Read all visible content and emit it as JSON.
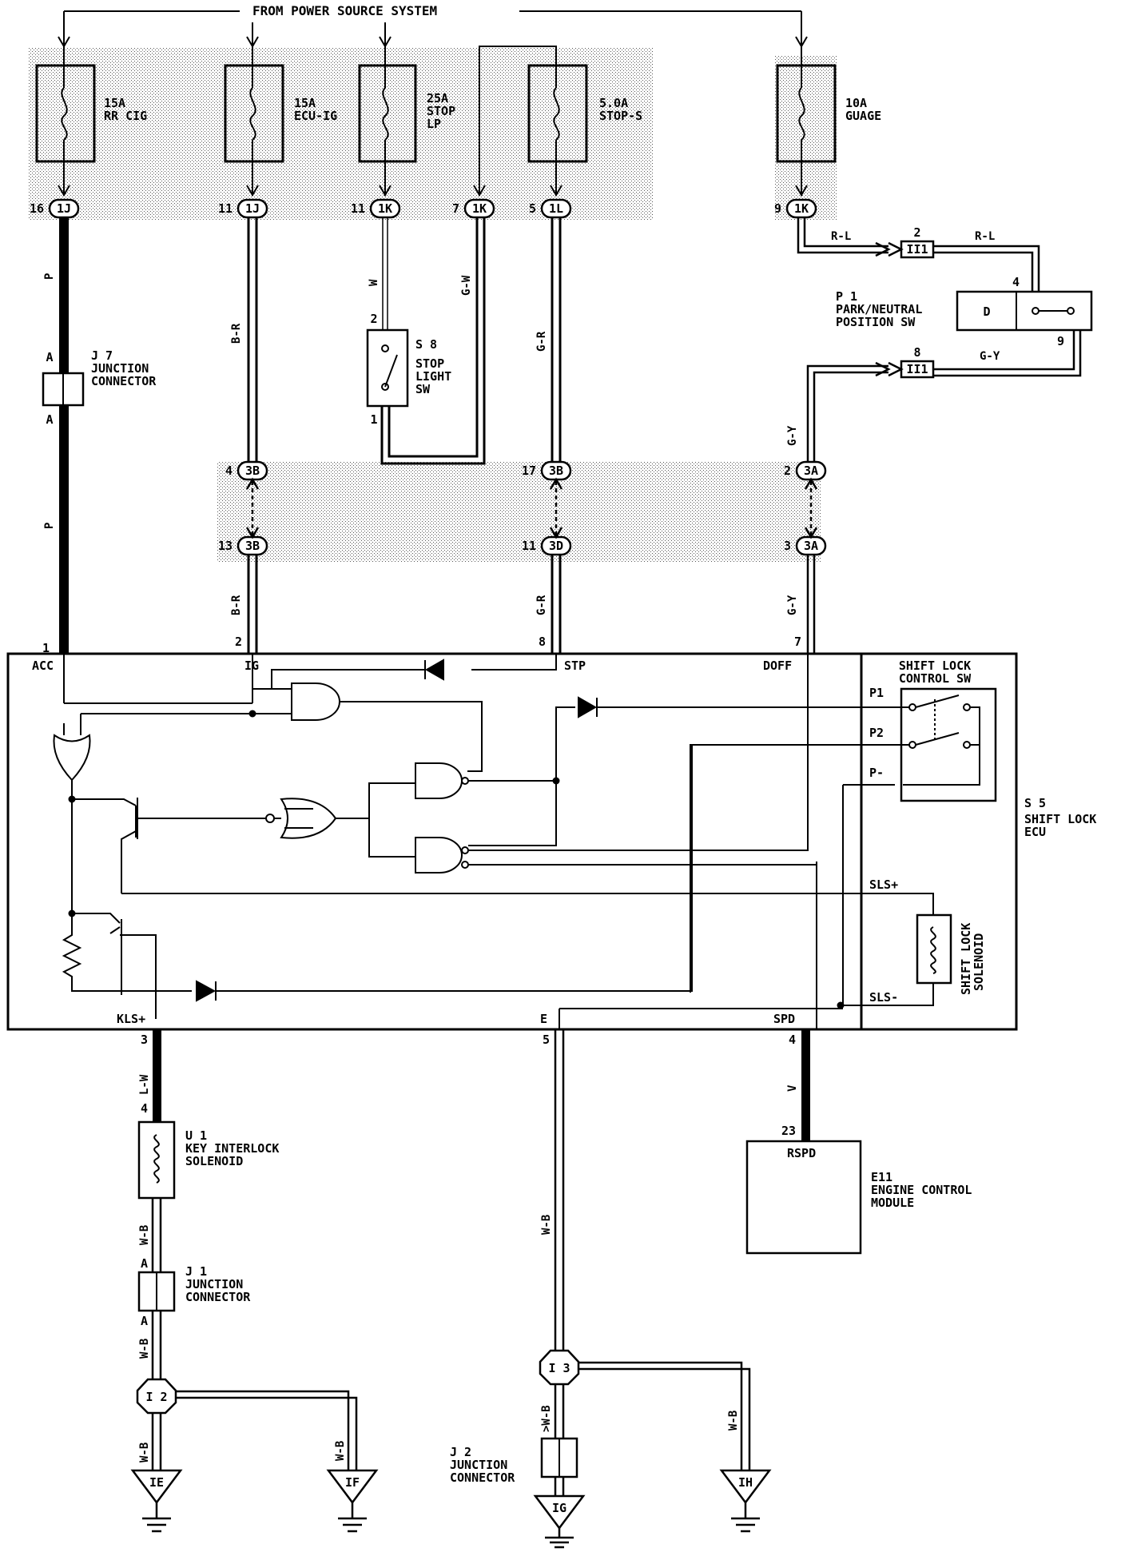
{
  "title": "FROM POWER SOURCE SYSTEM",
  "fuses": [
    {
      "amp": "15A",
      "name": "RR CIG"
    },
    {
      "amp": "15A",
      "name": "ECU-IG"
    },
    {
      "amp": "25A",
      "name1": "STOP",
      "name2": "LP"
    },
    {
      "amp": "5.0A",
      "name": "STOP-S"
    },
    {
      "amp": "10A",
      "name": "GUAGE"
    }
  ],
  "connectors": {
    "c1j_a": "1J",
    "c1j_a_pin": "16",
    "c1j_b": "1J",
    "c1j_b_pin": "11",
    "c1k_a": "1K",
    "c1k_a_pin": "11",
    "c1k_b": "1K",
    "c1k_b_pin": "7",
    "c1l": "1L",
    "c1l_pin": "5",
    "c1k_c": "1K",
    "c1k_c_pin": "9",
    "c3b_a": "3B",
    "c3b_a_pin": "4",
    "c3b_b": "3B",
    "c3b_b_pin": "13",
    "c3b_c": "3B",
    "c3b_c_pin": "17",
    "c3d": "3D",
    "c3d_pin": "11",
    "c3a_a": "3A",
    "c3a_a_pin": "2",
    "c3a_b": "3A",
    "c3a_b_pin": "3",
    "ii1_a": "II1",
    "ii1_a_pin": "2",
    "ii1_b": "II1",
    "ii1_b_pin": "8"
  },
  "wires": {
    "p": "P",
    "br": "B-R",
    "w": "W",
    "gw": "G-W",
    "gr": "G-R",
    "rl": "R-L",
    "gy": "G-Y",
    "lw": "L-W",
    "wb": "W-B",
    "v": "V",
    "wb_arrow": ">W-B"
  },
  "components": {
    "j7": {
      "id": "J 7",
      "line1": "JUNCTION",
      "line2": "CONNECTOR",
      "pin": "A"
    },
    "s8": {
      "id": "S 8",
      "line1": "STOP",
      "line2": "LIGHT",
      "line3": "SW",
      "pin_top": "2",
      "pin_bot": "1"
    },
    "p1": {
      "id": "P 1",
      "line1": "PARK/NEUTRAL",
      "line2": "POSITION SW",
      "pos": "D",
      "pin_top": "4",
      "pin_bot": "9"
    },
    "s5": {
      "id": "S 5",
      "line1": "SHIFT LOCK",
      "line2": "ECU"
    },
    "shift_sw": {
      "line1": "SHIFT LOCK",
      "line2": "CONTROL SW",
      "p1": "P1",
      "p2": "P2",
      "pm": "P-"
    },
    "solenoid": {
      "line1": "SHIFT LOCK",
      "line2": "SOLENOID",
      "slsp": "SLS+",
      "slsm": "SLS-"
    },
    "u1": {
      "id": "U 1",
      "line1": "KEY INTERLOCK",
      "line2": "SOLENOID",
      "pin_top": "4"
    },
    "j1": {
      "id": "J 1",
      "line1": "JUNCTION",
      "line2": "CONNECTOR",
      "pin": "A"
    },
    "j2": {
      "id": "J 2",
      "line1": "JUNCTION",
      "line2": "CONNECTOR"
    },
    "e11": {
      "id": "E11",
      "line1": "ENGINE CONTROL",
      "line2": "MODULE",
      "term": "RSPD",
      "pin": "23"
    },
    "i2": "I 2",
    "i3": "I 3"
  },
  "ecu_terminals": {
    "acc": "ACC",
    "ig": "IG",
    "stp": "STP",
    "doff": "DOFF",
    "kls": "KLS+",
    "e": "E",
    "spd": "SPD",
    "pin_acc": "1",
    "pin_ig": "2",
    "pin_stp": "8",
    "pin_doff": "7",
    "pin_kls": "3",
    "pin_e": "5",
    "pin_spd": "4"
  },
  "grounds": [
    "IE",
    "IF",
    "IG",
    "IH"
  ]
}
